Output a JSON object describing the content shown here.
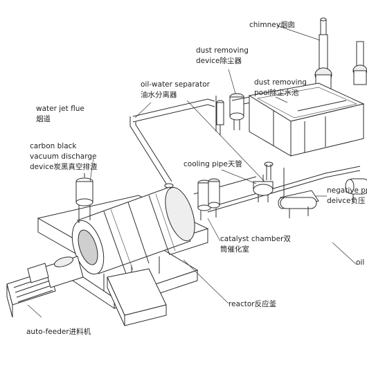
{
  "labels": {
    "chimney": "chimney烟囱",
    "dust_removing_device_1": "dust removing",
    "dust_removing_device_2": "device除尘器",
    "dust_removing_pool_1": "dust removing",
    "dust_removing_pool_2": "pool除尘水池",
    "oil_water_separator_1": "oil-water separator",
    "oil_water_separator_2": "油水分离器",
    "water_jet_flue_1": "water jet flue",
    "water_jet_flue_2": "烟道",
    "carbon_black_1": "carbon black",
    "carbon_black_2": "vacuum discharge",
    "carbon_black_3": "device炭黑真空排渣",
    "cooling_pipe": "cooling pipe天管",
    "negative_pressure_1": "negative pr",
    "negative_pressure_2": "deivce负压",
    "catalyst_chamber_1": "catalyst chamber双",
    "catalyst_chamber_2": "筒催化室",
    "oil_partial": "oil",
    "reactor": "reactor反应釜",
    "auto_feeder": "auto-feeder进料机"
  }
}
